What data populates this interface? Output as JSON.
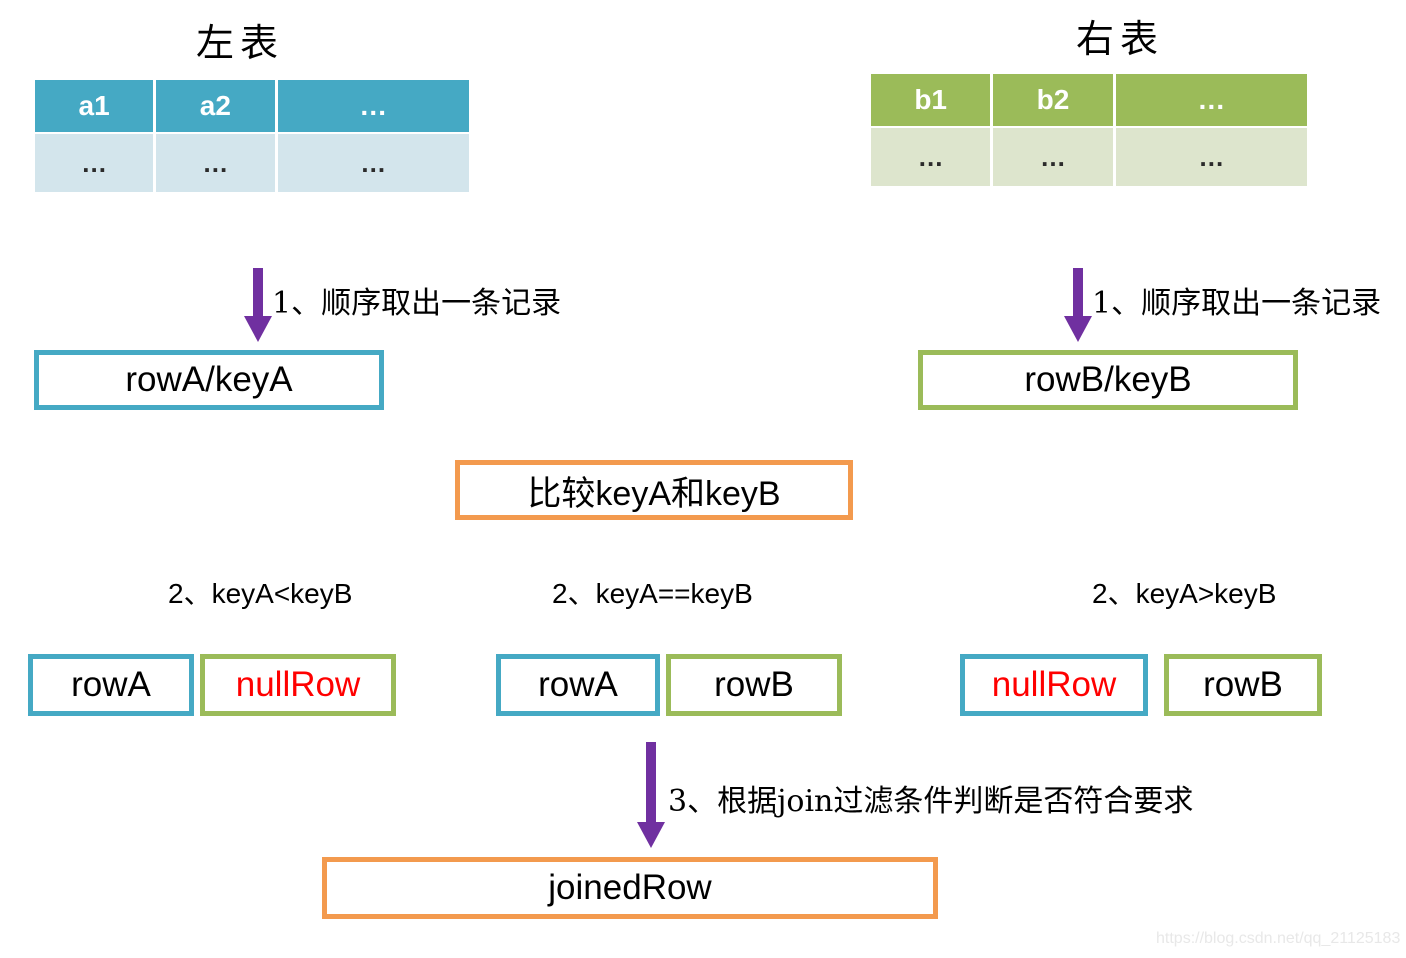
{
  "diagram": {
    "title_left": "左表",
    "title_right": "右表",
    "left_table": {
      "headers": [
        "a1",
        "a2",
        "…"
      ],
      "rows": [
        [
          "…",
          "…",
          "…"
        ]
      ]
    },
    "right_table": {
      "headers": [
        "b1",
        "b2",
        "…"
      ],
      "rows": [
        [
          "…",
          "…",
          "…"
        ]
      ]
    },
    "step1_left": "1、顺序取出一条记录",
    "step1_right": "1、顺序取出一条记录",
    "box_rowA_keyA": "rowA/keyA",
    "box_rowB_keyB": "rowB/keyB",
    "box_compare": "比较keyA和keyB",
    "cond_less": "2、keyA<keyB",
    "cond_equal": "2、keyA==keyB",
    "cond_greater": "2、keyA>keyB",
    "pair_less": {
      "left": "rowA",
      "right": "nullRow"
    },
    "pair_equal": {
      "left": "rowA",
      "right": "rowB"
    },
    "pair_greater": {
      "left": "nullRow",
      "right": "rowB"
    },
    "step3": "3、根据join过滤条件判断是否符合要求",
    "box_joined": "joinedRow",
    "watermark": "https://blog.csdn.net/qq_21125183",
    "colors": {
      "blue": "#45A9C4",
      "blue_light": "#D3E5EC",
      "green": "#9BBB59",
      "green_light": "#DDE5CD",
      "orange": "#F39A4E",
      "purple": "#7030A0",
      "red": "#FF0000"
    }
  }
}
